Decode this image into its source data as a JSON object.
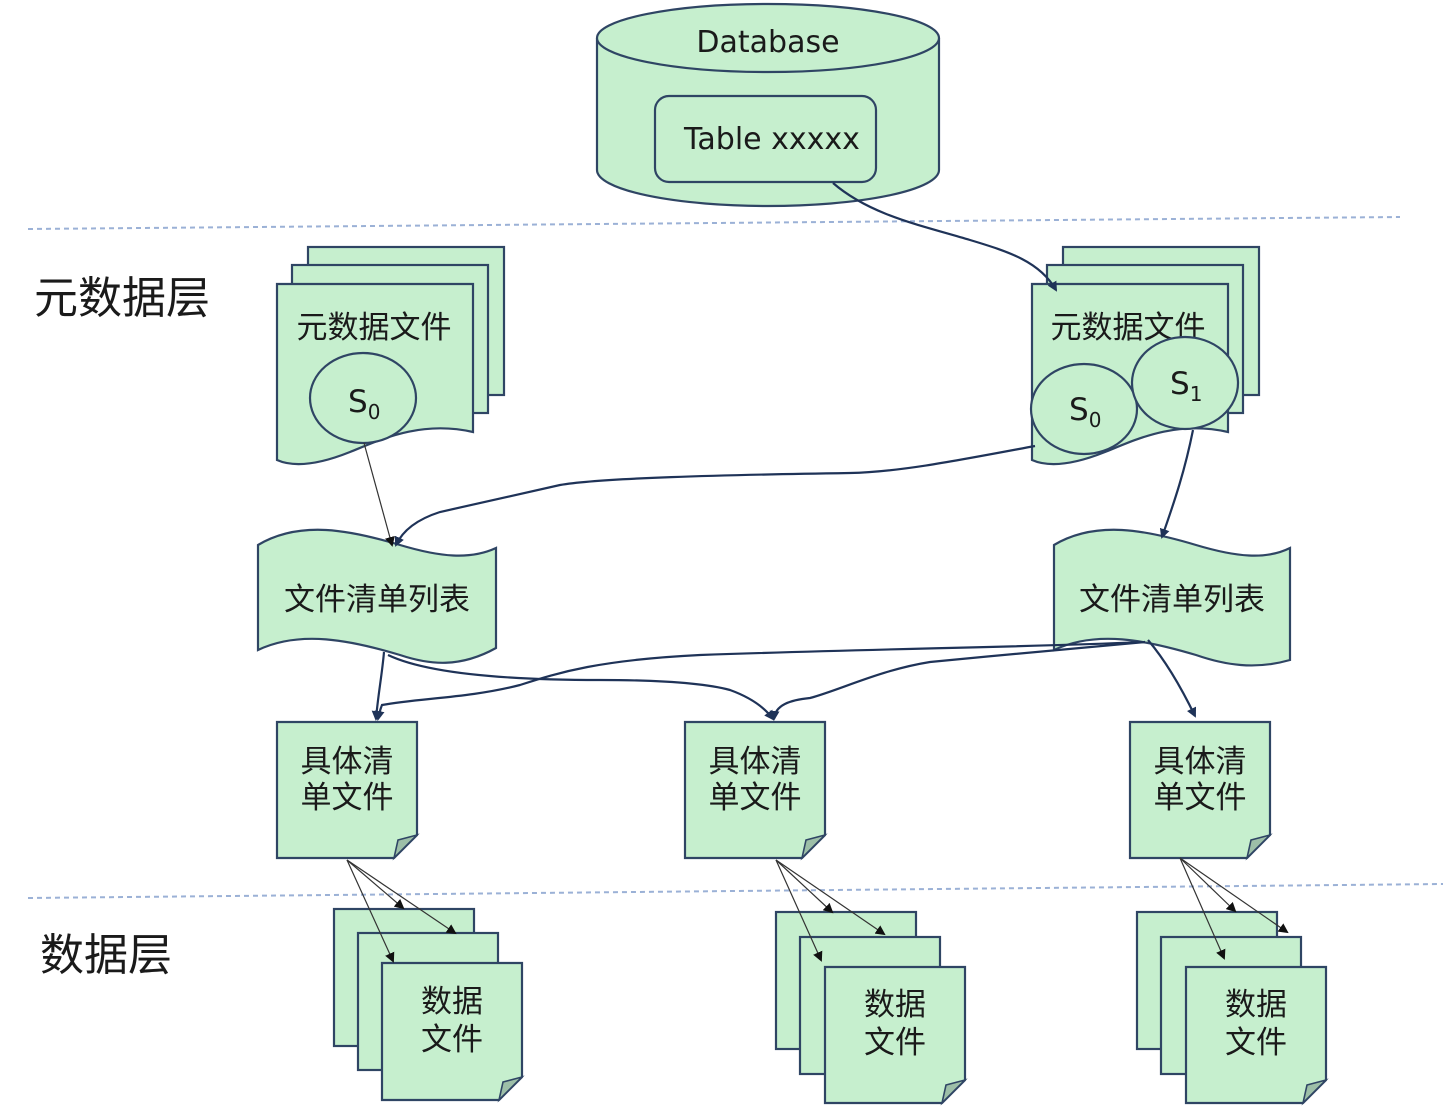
{
  "layers": {
    "metadata_layer": "元数据层",
    "data_layer": "数据层"
  },
  "database": {
    "title": "Database",
    "table": "Table  xxxxx"
  },
  "metadata_files": [
    {
      "label": "元数据文件",
      "snapshots": [
        {
          "base": "S",
          "sub": "0"
        }
      ]
    },
    {
      "label": "元数据文件",
      "snapshots": [
        {
          "base": "S",
          "sub": "0"
        },
        {
          "base": "S",
          "sub": "1"
        }
      ]
    }
  ],
  "manifest_lists": [
    {
      "label": "文件清单列表"
    },
    {
      "label": "文件清单列表"
    }
  ],
  "manifest_files": [
    {
      "line1": "具体清",
      "line2": "单文件"
    },
    {
      "line1": "具体清",
      "line2": "单文件"
    },
    {
      "line1": "具体清",
      "line2": "单文件"
    }
  ],
  "data_files": [
    {
      "line1": "数据",
      "line2": "文件"
    },
    {
      "line1": "数据",
      "line2": "文件"
    },
    {
      "line1": "数据",
      "line2": "文件"
    }
  ],
  "colors": {
    "shape_fill": "#c6efce",
    "shape_stroke": "#2f4564",
    "connector": "#1f3358",
    "divider": "#9bb1d6"
  }
}
